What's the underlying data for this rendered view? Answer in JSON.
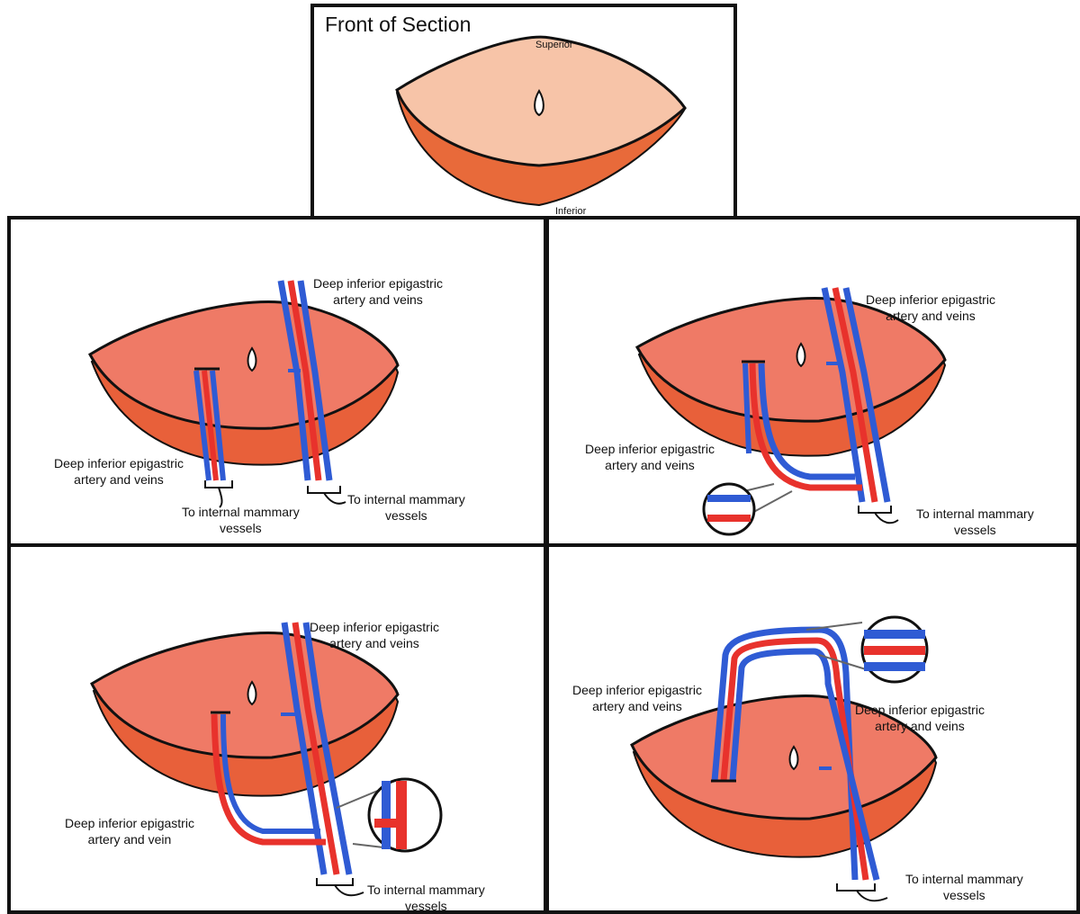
{
  "top": {
    "title": "Front of Section",
    "superior": "Superior",
    "inferior": "Inferior"
  },
  "panel1": {
    "vessels_top_line1": "Deep inferior epigastric",
    "vessels_top_line2": "artery and veins",
    "vessels_left_line1": "Deep inferior epigastric",
    "vessels_left_line2": "artery and veins",
    "target_left_line1": "To internal mammary",
    "target_left_line2": "vessels",
    "target_right_line1": "To internal mammary",
    "target_right_line2": "vessels"
  },
  "panel2": {
    "vessels_top_line1": "Deep inferior epigastric",
    "vessels_top_line2": "artery and veins",
    "vessels_left_line1": "Deep inferior epigastric",
    "vessels_left_line2": "artery and veins",
    "target_line1": "To internal mammary",
    "target_line2": "vessels"
  },
  "panel3": {
    "vessels_top_line1": "Deep inferior epigastric",
    "vessels_top_line2": "artery and veins",
    "vessels_left_line1": "Deep inferior epigastric",
    "vessels_left_line2": "artery and vein",
    "target_line1": "To internal mammary",
    "target_line2": "vessels"
  },
  "panel4": {
    "vessels_left_line1": "Deep inferior epigastric",
    "vessels_left_line2": "artery and veins",
    "vessels_right_line1": "Deep inferior epigastric",
    "vessels_right_line2": "artery and veins",
    "target_line1": "To internal mammary",
    "target_line2": "vessels"
  },
  "colors": {
    "artery": "#e8322c",
    "vein": "#2f5bd4",
    "tissue": "#ef7a66",
    "tissue_edge": "#e0602a",
    "skin": "#f7c4a8"
  }
}
